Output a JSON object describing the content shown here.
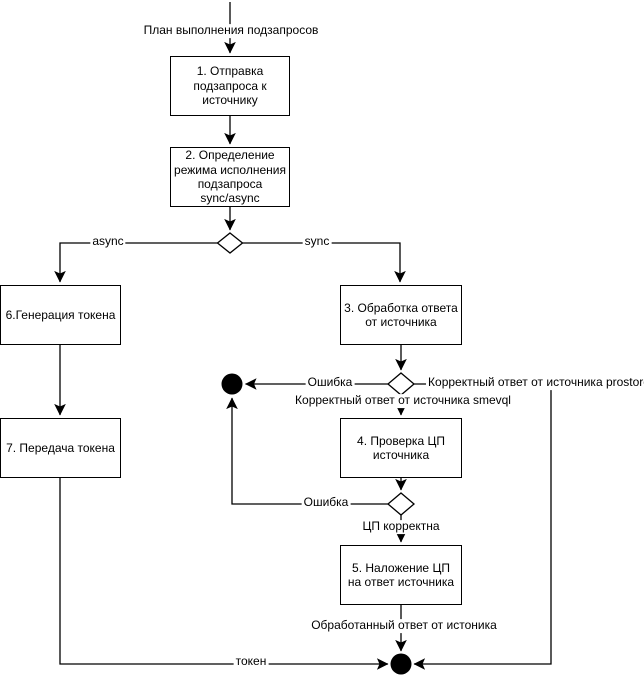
{
  "diagram": {
    "type": "flowchart",
    "language": "ru",
    "colors": {
      "background": "#ffffff",
      "line": "#000000",
      "node_fill": "#ffffff",
      "node_border": "#000000",
      "text": "#000000",
      "end_node_fill": "#000000"
    },
    "start_label": "План выполнения подзапросов",
    "nodes": {
      "n1": "1. Отправка подзапроса к источнику",
      "n2": "2. Определение режима исполнения подзапроса sync/async",
      "n3": "3. Обработка ответа от источника",
      "n4": "4. Проверка ЦП источника",
      "n5": "5. Наложение ЦП на ответ источника",
      "n6": "6.Генерация токена",
      "n7": "7. Передача токена"
    },
    "edge_labels": {
      "async": "async",
      "sync": "sync",
      "error1": "Ошибка",
      "prostore": "Корректный ответ от источника prostore",
      "smevql": "Корректный ответ от источника smevql",
      "error2": "Ошибка",
      "cp_ok": "ЦП корректна",
      "processed": "Обработанный ответ от истоника",
      "token": "токен"
    }
  }
}
